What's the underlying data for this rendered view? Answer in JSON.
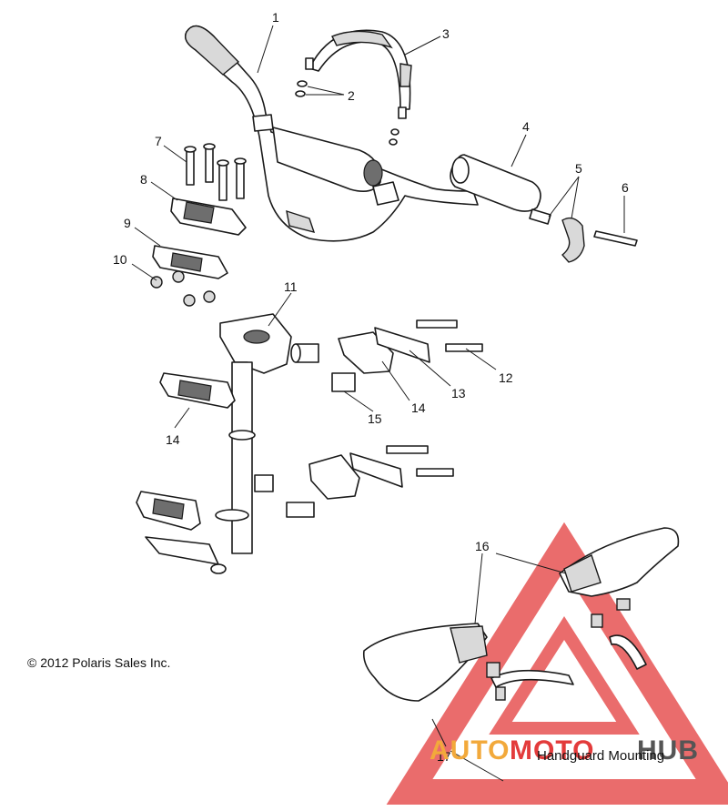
{
  "callouts": [
    {
      "id": "c1",
      "label": "1"
    },
    {
      "id": "c2",
      "label": "2"
    },
    {
      "id": "c3",
      "label": "3"
    },
    {
      "id": "c4",
      "label": "4"
    },
    {
      "id": "c5",
      "label": "5"
    },
    {
      "id": "c6",
      "label": "6"
    },
    {
      "id": "c7",
      "label": "7"
    },
    {
      "id": "c8",
      "label": "8"
    },
    {
      "id": "c9",
      "label": "9"
    },
    {
      "id": "c10",
      "label": "10"
    },
    {
      "id": "c11",
      "label": "11"
    },
    {
      "id": "c12",
      "label": "12"
    },
    {
      "id": "c13",
      "label": "13"
    },
    {
      "id": "c14a",
      "label": "14"
    },
    {
      "id": "c14b",
      "label": "14"
    },
    {
      "id": "c15",
      "label": "15"
    },
    {
      "id": "c16",
      "label": "16"
    },
    {
      "id": "c17",
      "label": "17"
    }
  ],
  "copyright": "© 2012 Polaris Sales Inc.",
  "section_title": "Handguard Mounting",
  "watermark": {
    "part1": "AUTO",
    "part2": "MOTO",
    "part3": "HUB",
    "color_red": "#e33b3b",
    "color_orange": "#f2a93b",
    "color_gray": "#555555"
  }
}
